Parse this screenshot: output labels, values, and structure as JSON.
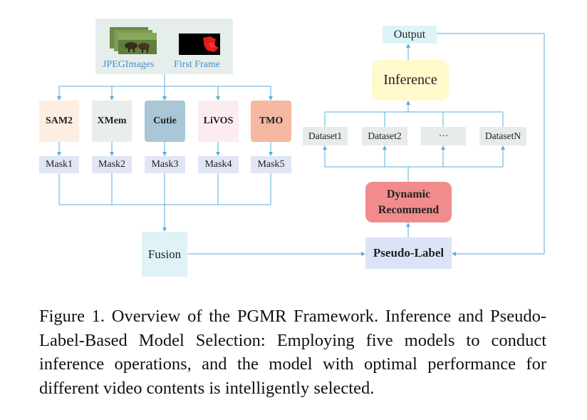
{
  "inputs": {
    "jpeg_label": "JPEGImages",
    "first_frame_label": "First Frame"
  },
  "models": [
    {
      "name": "SAM2",
      "mask": "Mask1",
      "color": "#fdeee1"
    },
    {
      "name": "XMem",
      "mask": "Mask2",
      "color": "#e7eeec"
    },
    {
      "name": "Cutie",
      "mask": "Mask3",
      "color": "#a9c7d6"
    },
    {
      "name": "LiVOS",
      "mask": "Mask4",
      "color": "#fcecef"
    },
    {
      "name": "TMO",
      "mask": "Mask5",
      "color": "#f6b8a0"
    }
  ],
  "fusion": "Fusion",
  "pseudo_label": "Pseudo-Label",
  "dynamic_recommend": [
    "Dynamic",
    "Recommend"
  ],
  "datasets": [
    "Dataset1",
    "Dataset2",
    "···",
    "DatasetN"
  ],
  "inference": "Inference",
  "output": "Output",
  "caption": "Figure 1.  Overview of the PGMR Framework.  Inference and Pseudo-Label-Based Model Selection: Employing five models to conduct inference operations, and the model with optimal performance for different video contents is intelligently selected.",
  "colors": {
    "line": "#5aaedc",
    "mask_box": "#e0e6f7",
    "fusion_box": "#dff2f5",
    "pseudo_box": "#dde3f6",
    "dynamic_box": "#f28b8b",
    "dataset_box": "#e7ebea",
    "inference_box": "#fff9cc",
    "output_box": "#ddf4f6"
  }
}
